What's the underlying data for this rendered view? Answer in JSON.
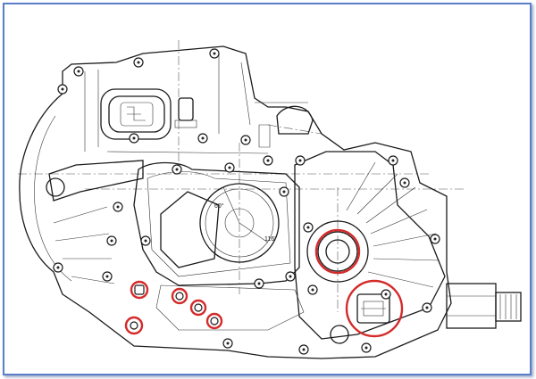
{
  "diagram": {
    "annotations": [
      {
        "id": "angle-upper",
        "text": "60°"
      },
      {
        "id": "angle-lower",
        "text": "116°"
      }
    ],
    "highlight_color": "#d42a2a",
    "frame_color": "#5a7fc8"
  }
}
